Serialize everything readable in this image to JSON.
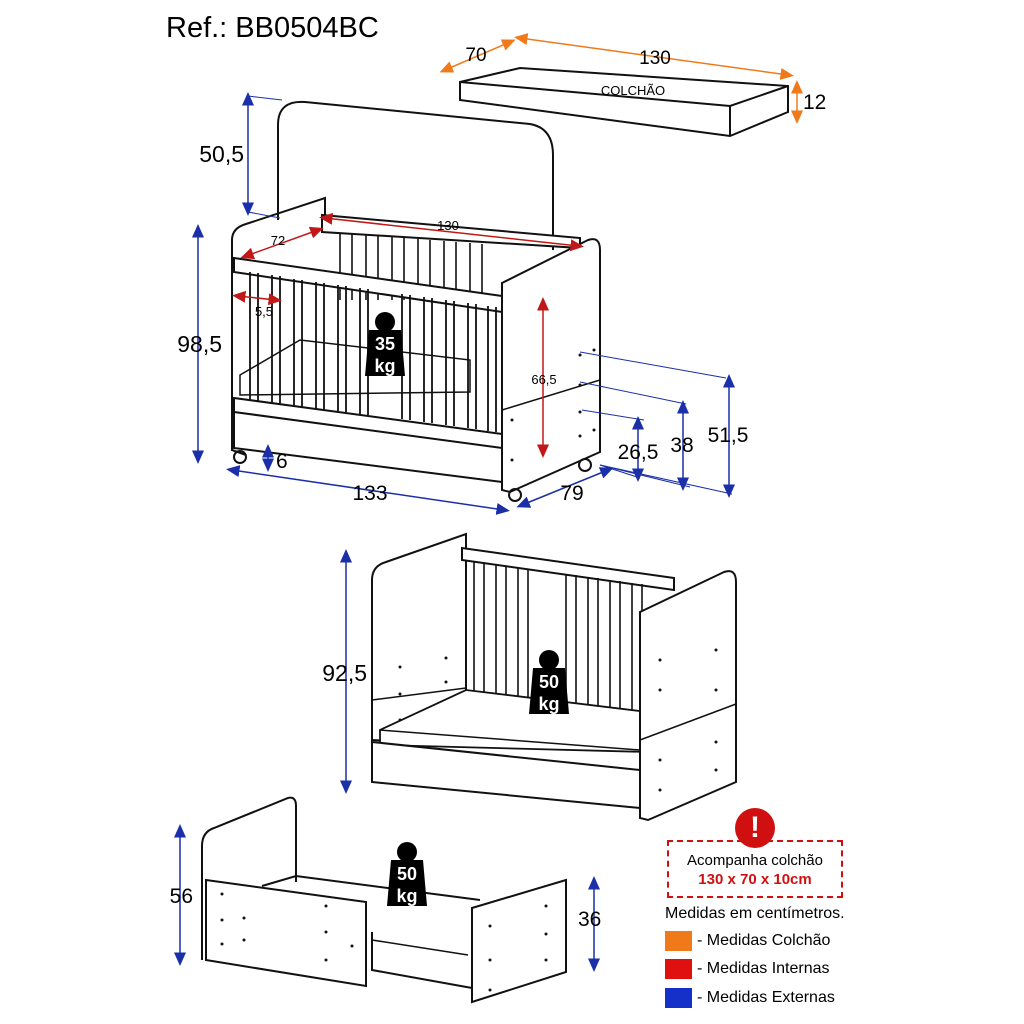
{
  "ref_title": "Ref.: BB0504BC",
  "mattress": {
    "label": "COLCHÃO",
    "width": "70",
    "length": "130",
    "height": "12"
  },
  "crib_view": {
    "top_height": "50,5",
    "total_height": "98,5",
    "inner_length": "130",
    "inner_width": "72",
    "slat_gap": "5,5",
    "inner_height": "66,5",
    "wheel_height": "6",
    "outer_length": "133",
    "outer_depth": "79",
    "heights": [
      "26,5",
      "38",
      "51,5"
    ],
    "load_top": "35",
    "load_bottom": "kg"
  },
  "bed_view": {
    "height": "92,5",
    "load_top": "50",
    "load_bottom": "kg"
  },
  "desk_view": {
    "height_left": "56",
    "height_right": "36",
    "load_top": "50",
    "load_bottom": "kg"
  },
  "legend": {
    "alert_symbol": "!",
    "box_line1": "Acompanha colchão",
    "box_line2": "130 x 70 x 10cm",
    "note": "Medidas em centímetros.",
    "items": [
      {
        "label": "- Medidas Colchão",
        "color": "#f07a1a"
      },
      {
        "label": "- Medidas Internas",
        "color": "#e01010"
      },
      {
        "label": "- Medidas Externas",
        "color": "#1530c8"
      }
    ]
  },
  "colors": {
    "orange": "#f07a1a",
    "red": "#c01818",
    "blue": "#1a2fa8",
    "line": "#111111"
  }
}
